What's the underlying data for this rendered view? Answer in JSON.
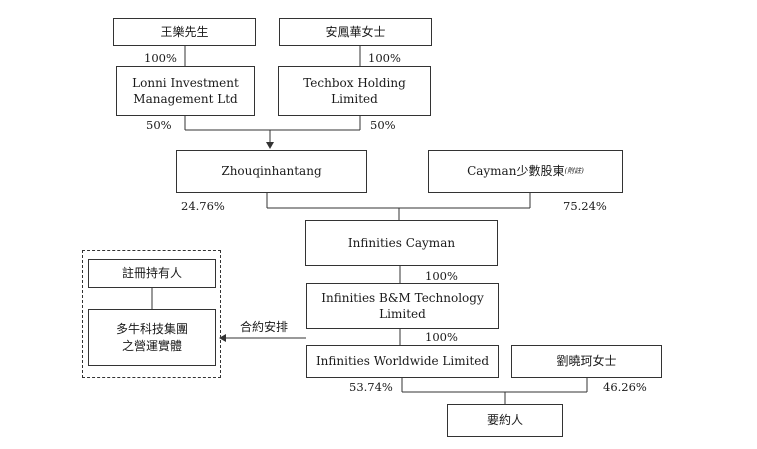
{
  "entities": {
    "wang_le": "王樂先生",
    "an_fenghua": "安鳳華女士",
    "lonni": "Lonni Investment Management Ltd",
    "techbox": "Techbox Holding Limited",
    "zhouqinhantang": "Zhouqinhantang",
    "cayman_shareholders": "Cayman少數股東",
    "cayman_shareholders_note": "(附註)",
    "infinities_cayman": "Infinities Cayman",
    "infinities_bm": "Infinities B&M Technology Limited",
    "infinities_worldwide": "Infinities Worldwide Limited",
    "liu_xiaoke": "劉曉珂女士",
    "obligor": "要約人",
    "registered_holder": "註冊持有人",
    "duoniu_operating": "多牛科技集團之營運實體"
  },
  "percentages": {
    "wang_to_lonni": "100%",
    "an_to_techbox": "100%",
    "lonni_to_zhou": "50%",
    "techbox_to_zhou": "50%",
    "zhou_to_cayman": "24.76%",
    "minority_to_cayman": "75.24%",
    "cayman_to_bm": "100%",
    "bm_to_worldwide": "100%",
    "worldwide_to_obligor": "53.74%",
    "liu_to_obligor": "46.26%"
  },
  "contract_arrangement": "合約安排"
}
